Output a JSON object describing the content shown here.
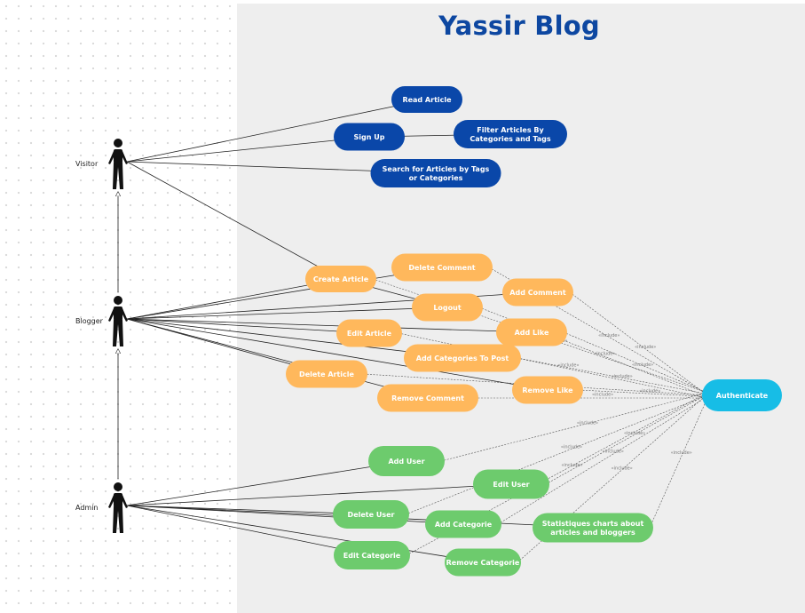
{
  "title": "Yassir Blog",
  "colors": {
    "visitor": "#0a47a9",
    "blogger": "#ffb85c",
    "admin": "#6dcb6d",
    "auth": "#17bde6",
    "line": "#222222",
    "dashed": "#555555"
  },
  "actors": [
    {
      "id": "visitor",
      "label": "Visitor"
    },
    {
      "id": "blogger",
      "label": "Blogger"
    },
    {
      "id": "admin",
      "label": "Admin"
    }
  ],
  "use_cases": [
    {
      "id": "read-article",
      "label": "Read Article",
      "group": "visitor"
    },
    {
      "id": "sign-up",
      "label": "Sign Up",
      "group": "visitor"
    },
    {
      "id": "filter-articles",
      "label": "Filter Articles By Categories and Tags",
      "group": "visitor"
    },
    {
      "id": "search-articles",
      "label": "Search for Articles by Tags or Categories",
      "group": "visitor"
    },
    {
      "id": "create-article",
      "label": "Create Article",
      "group": "blogger"
    },
    {
      "id": "delete-comment",
      "label": "Delete Comment",
      "group": "blogger"
    },
    {
      "id": "add-comment",
      "label": "Add Comment",
      "group": "blogger"
    },
    {
      "id": "logout",
      "label": "Logout",
      "group": "blogger"
    },
    {
      "id": "edit-article",
      "label": "Edit Article",
      "group": "blogger"
    },
    {
      "id": "add-like",
      "label": "Add Like",
      "group": "blogger"
    },
    {
      "id": "add-categories-to-post",
      "label": "Add Categories To Post",
      "group": "blogger"
    },
    {
      "id": "delete-article",
      "label": "Delete Article",
      "group": "blogger"
    },
    {
      "id": "remove-like",
      "label": "Remove Like",
      "group": "blogger"
    },
    {
      "id": "remove-comment",
      "label": "Remove Comment",
      "group": "blogger"
    },
    {
      "id": "authenticate",
      "label": "Authenticate",
      "group": "auth"
    },
    {
      "id": "add-user",
      "label": "Add User",
      "group": "admin"
    },
    {
      "id": "edit-user",
      "label": "Edit User",
      "group": "admin"
    },
    {
      "id": "delete-user",
      "label": "Delete User",
      "group": "admin"
    },
    {
      "id": "add-categorie",
      "label": "Add Categorie",
      "group": "admin"
    },
    {
      "id": "statistiques-charts",
      "label": "Statistiques charts about articles and bloggers",
      "group": "admin"
    },
    {
      "id": "edit-categorie",
      "label": "Edit Categorie",
      "group": "admin"
    },
    {
      "id": "remove-categorie",
      "label": "Remove Categorie",
      "group": "admin"
    }
  ],
  "associations": [
    {
      "from": "visitor",
      "to": "read-article"
    },
    {
      "from": "visitor",
      "to": "sign-up"
    },
    {
      "from": "visitor",
      "to": "search-articles"
    },
    {
      "from": "visitor",
      "to": "create-article"
    },
    {
      "from": "sign-up",
      "to": "filter-articles"
    },
    {
      "from": "blogger",
      "to": "create-article"
    },
    {
      "from": "blogger",
      "to": "delete-comment"
    },
    {
      "from": "blogger",
      "to": "add-comment"
    },
    {
      "from": "blogger",
      "to": "logout"
    },
    {
      "from": "blogger",
      "to": "edit-article"
    },
    {
      "from": "blogger",
      "to": "add-like"
    },
    {
      "from": "blogger",
      "to": "add-categories-to-post"
    },
    {
      "from": "blogger",
      "to": "delete-article"
    },
    {
      "from": "blogger",
      "to": "remove-like"
    },
    {
      "from": "blogger",
      "to": "remove-comment"
    },
    {
      "from": "create-article",
      "to": "logout"
    },
    {
      "from": "admin",
      "to": "add-user"
    },
    {
      "from": "admin",
      "to": "edit-user"
    },
    {
      "from": "admin",
      "to": "delete-user"
    },
    {
      "from": "admin",
      "to": "add-categorie"
    },
    {
      "from": "admin",
      "to": "statistiques-charts"
    },
    {
      "from": "admin",
      "to": "edit-categorie"
    },
    {
      "from": "admin",
      "to": "remove-categorie"
    }
  ],
  "generalizations": [
    {
      "from": "blogger",
      "to": "visitor"
    },
    {
      "from": "admin",
      "to": "blogger"
    }
  ],
  "include_label": "«include»",
  "includes": [
    "create-article",
    "delete-comment",
    "add-comment",
    "logout",
    "edit-article",
    "add-like",
    "add-categories-to-post",
    "delete-article",
    "remove-like",
    "remove-comment",
    "add-user",
    "edit-user",
    "delete-user",
    "add-categorie",
    "statistiques-charts",
    "edit-categorie",
    "remove-categorie"
  ]
}
